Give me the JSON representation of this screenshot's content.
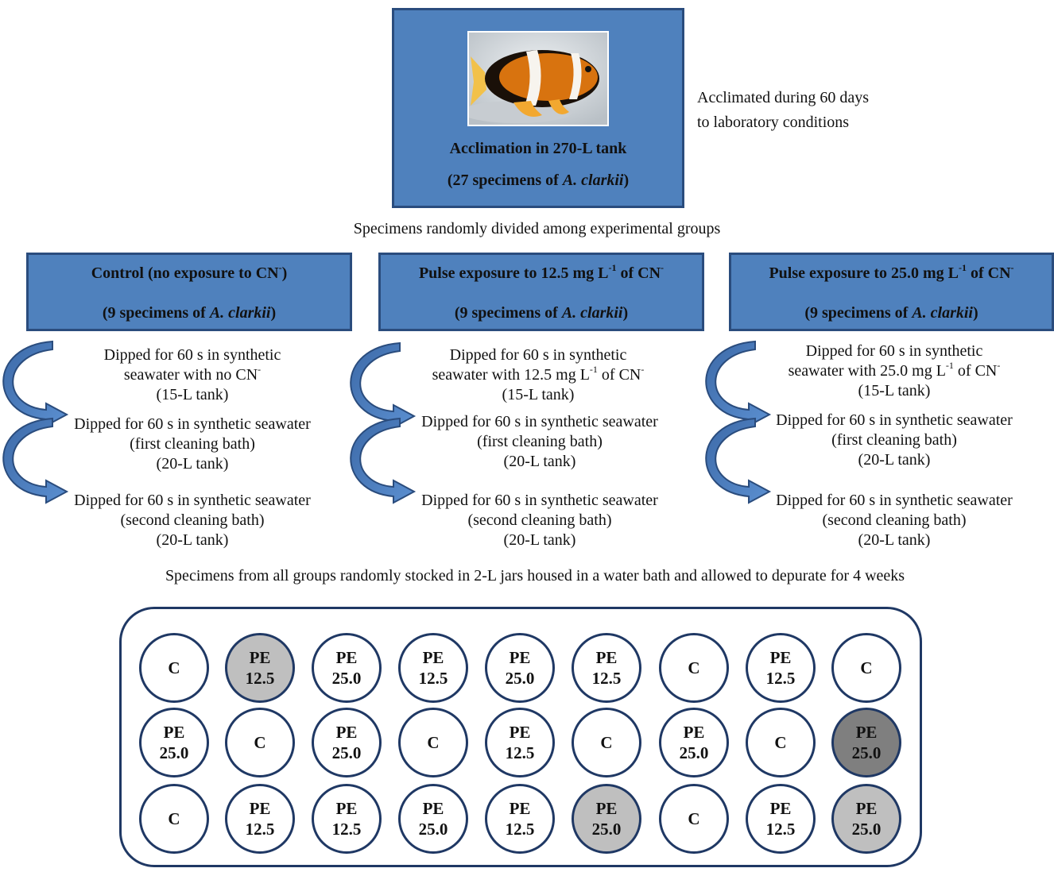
{
  "acclimation": {
    "title": "Acclimation in 270-L tank",
    "specimens_prefix": "(27 specimens of ",
    "species": "A. clarkii",
    "specimens_suffix": ")",
    "note_line1": "Acclimated during 60 days",
    "note_line2": "to laboratory conditions"
  },
  "division_text": "Specimens randomly divided among experimental groups",
  "groups": [
    {
      "title_main": "Control (no exposure to CN",
      "title_sup": "-",
      "title_end": ")",
      "specimens_prefix": "(9 specimens of ",
      "species": "A. clarkii",
      "specimens_suffix": ")",
      "step1_line1": "Dipped for 60 s in synthetic",
      "step1_line2_main": "seawater with no CN",
      "step1_line2_sup": "-",
      "step1_line3": "(15-L tank)",
      "step2_line1": "Dipped for 60 s in synthetic seawater",
      "step2_line2": "(first cleaning bath)",
      "step2_line3": "(20-L tank)",
      "step3_line1": "Dipped for 60 s in synthetic seawater",
      "step3_line2": "(second cleaning bath)",
      "step3_line3": "(20-L tank)"
    },
    {
      "title_main": "Pulse exposure to 12.5 mg L",
      "title_sup": "-1",
      "title_mid": " of CN",
      "title_sup2": "-",
      "specimens_prefix": "(9 specimens of ",
      "species": "A. clarkii",
      "specimens_suffix": ")",
      "step1_line1": "Dipped for 60 s in synthetic",
      "step1_line2_main": "seawater with 12.5 mg L",
      "step1_line2_sup": "-1",
      "step1_line2_mid": " of CN",
      "step1_line2_sup2": "-",
      "step1_line3": "(15-L tank)",
      "step2_line1": "Dipped for 60 s in synthetic seawater",
      "step2_line2": "(first cleaning bath)",
      "step2_line3": "(20-L tank)",
      "step3_line1": "Dipped for 60 s in synthetic seawater",
      "step3_line2": "(second cleaning bath)",
      "step3_line3": "(20-L tank)"
    },
    {
      "title_main": "Pulse exposure to 25.0 mg L",
      "title_sup": "-1",
      "title_mid": " of CN",
      "title_sup2": "-",
      "specimens_prefix": "(9 specimens of ",
      "species": "A. clarkii",
      "specimens_suffix": ")",
      "step1_line1": "Dipped for 60 s in synthetic",
      "step1_line2_main": "seawater with 25.0 mg L",
      "step1_line2_sup": "-1",
      "step1_line2_mid": " of CN",
      "step1_line2_sup2": "-",
      "step1_line3": "(15-L tank)",
      "step2_line1": "Dipped for 60 s in synthetic seawater",
      "step2_line2": "(first cleaning bath)",
      "step2_line3": "(20-L tank)",
      "step3_line1": "Dipped for 60 s in synthetic seawater",
      "step3_line2": "(second cleaning bath)",
      "step3_line3": "(20-L tank)"
    }
  ],
  "stocking_text": "Specimens from all groups randomly stocked in 2-L jars housed in a water bath and allowed to depurate for 4 weeks",
  "jars": [
    [
      {
        "l1": "C",
        "l2": "",
        "fill": "white"
      },
      {
        "l1": "PE",
        "l2": "12.5",
        "fill": "light"
      },
      {
        "l1": "PE",
        "l2": "25.0",
        "fill": "white"
      },
      {
        "l1": "PE",
        "l2": "12.5",
        "fill": "white"
      },
      {
        "l1": "PE",
        "l2": "25.0",
        "fill": "white"
      },
      {
        "l1": "PE",
        "l2": "12.5",
        "fill": "white"
      },
      {
        "l1": "C",
        "l2": "",
        "fill": "white"
      },
      {
        "l1": "PE",
        "l2": "12.5",
        "fill": "white"
      },
      {
        "l1": "C",
        "l2": "",
        "fill": "white"
      }
    ],
    [
      {
        "l1": "PE",
        "l2": "25.0",
        "fill": "white"
      },
      {
        "l1": "C",
        "l2": "",
        "fill": "white"
      },
      {
        "l1": "PE",
        "l2": "25.0",
        "fill": "white"
      },
      {
        "l1": "C",
        "l2": "",
        "fill": "white"
      },
      {
        "l1": "PE",
        "l2": "12.5",
        "fill": "white"
      },
      {
        "l1": "C",
        "l2": "",
        "fill": "white"
      },
      {
        "l1": "PE",
        "l2": "25.0",
        "fill": "white"
      },
      {
        "l1": "C",
        "l2": "",
        "fill": "white"
      },
      {
        "l1": "PE",
        "l2": "25.0",
        "fill": "dark"
      }
    ],
    [
      {
        "l1": "C",
        "l2": "",
        "fill": "white"
      },
      {
        "l1": "PE",
        "l2": "12.5",
        "fill": "white"
      },
      {
        "l1": "PE",
        "l2": "12.5",
        "fill": "white"
      },
      {
        "l1": "PE",
        "l2": "25.0",
        "fill": "white"
      },
      {
        "l1": "PE",
        "l2": "12.5",
        "fill": "white"
      },
      {
        "l1": "PE",
        "l2": "25.0",
        "fill": "light"
      },
      {
        "l1": "C",
        "l2": "",
        "fill": "white"
      },
      {
        "l1": "PE",
        "l2": "12.5",
        "fill": "white"
      },
      {
        "l1": "PE",
        "l2": "25.0",
        "fill": "light"
      }
    ]
  ],
  "colors": {
    "box_fill": "#4f81bd",
    "box_border": "#2a4c7d",
    "jar_border": "#1f3864",
    "jar_light": "#bfbfbf",
    "jar_dark": "#7f7f7f"
  },
  "icons": {
    "fish_photo": "clownfish-photo",
    "arrow": "curved-arrow-icon"
  }
}
